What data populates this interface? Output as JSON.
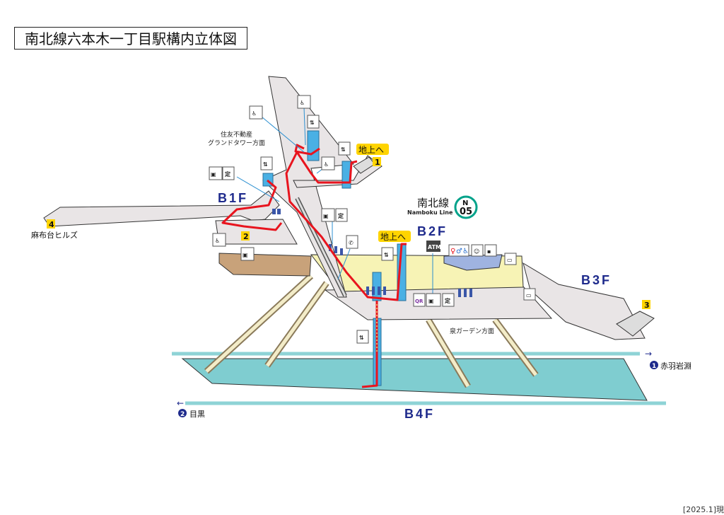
{
  "title": "南北線六本木一丁目駅構内立体図",
  "line": {
    "name_ja": "南北線",
    "name_en": "Namboku Line",
    "code_letter": "N",
    "code_number": "05",
    "color": "#00a28a"
  },
  "floors": {
    "b1f": "B1F",
    "b2f": "B2F",
    "b3f": "B3F",
    "b4f": "B4F"
  },
  "exits": [
    {
      "number": "1",
      "label": "地上へ"
    },
    {
      "number": "2"
    },
    {
      "number": "3"
    },
    {
      "number": "4",
      "label": "麻布台ヒルズ"
    }
  ],
  "to_surface_b2f": "地上へ",
  "directions": {
    "sumitomo_line1": "住友不動産",
    "sumitomo_line2": "グランドタワー方面",
    "izumi_garden": "泉ガーデン方面",
    "track1_num": "1",
    "track1_dest": "赤羽岩淵",
    "track2_num": "2",
    "track2_dest": "目黒"
  },
  "icons": {
    "atm": "ATM",
    "qr": "QR",
    "fare": "定"
  },
  "footer": "[2025.1]現",
  "colors": {
    "route": "#e8141e",
    "platform": "#7fcdd0",
    "concourse": "#f7f3b5",
    "floor": "#e9e5e6",
    "elevator": "#4ab0e4",
    "floor_label": "#1e2a8c"
  }
}
